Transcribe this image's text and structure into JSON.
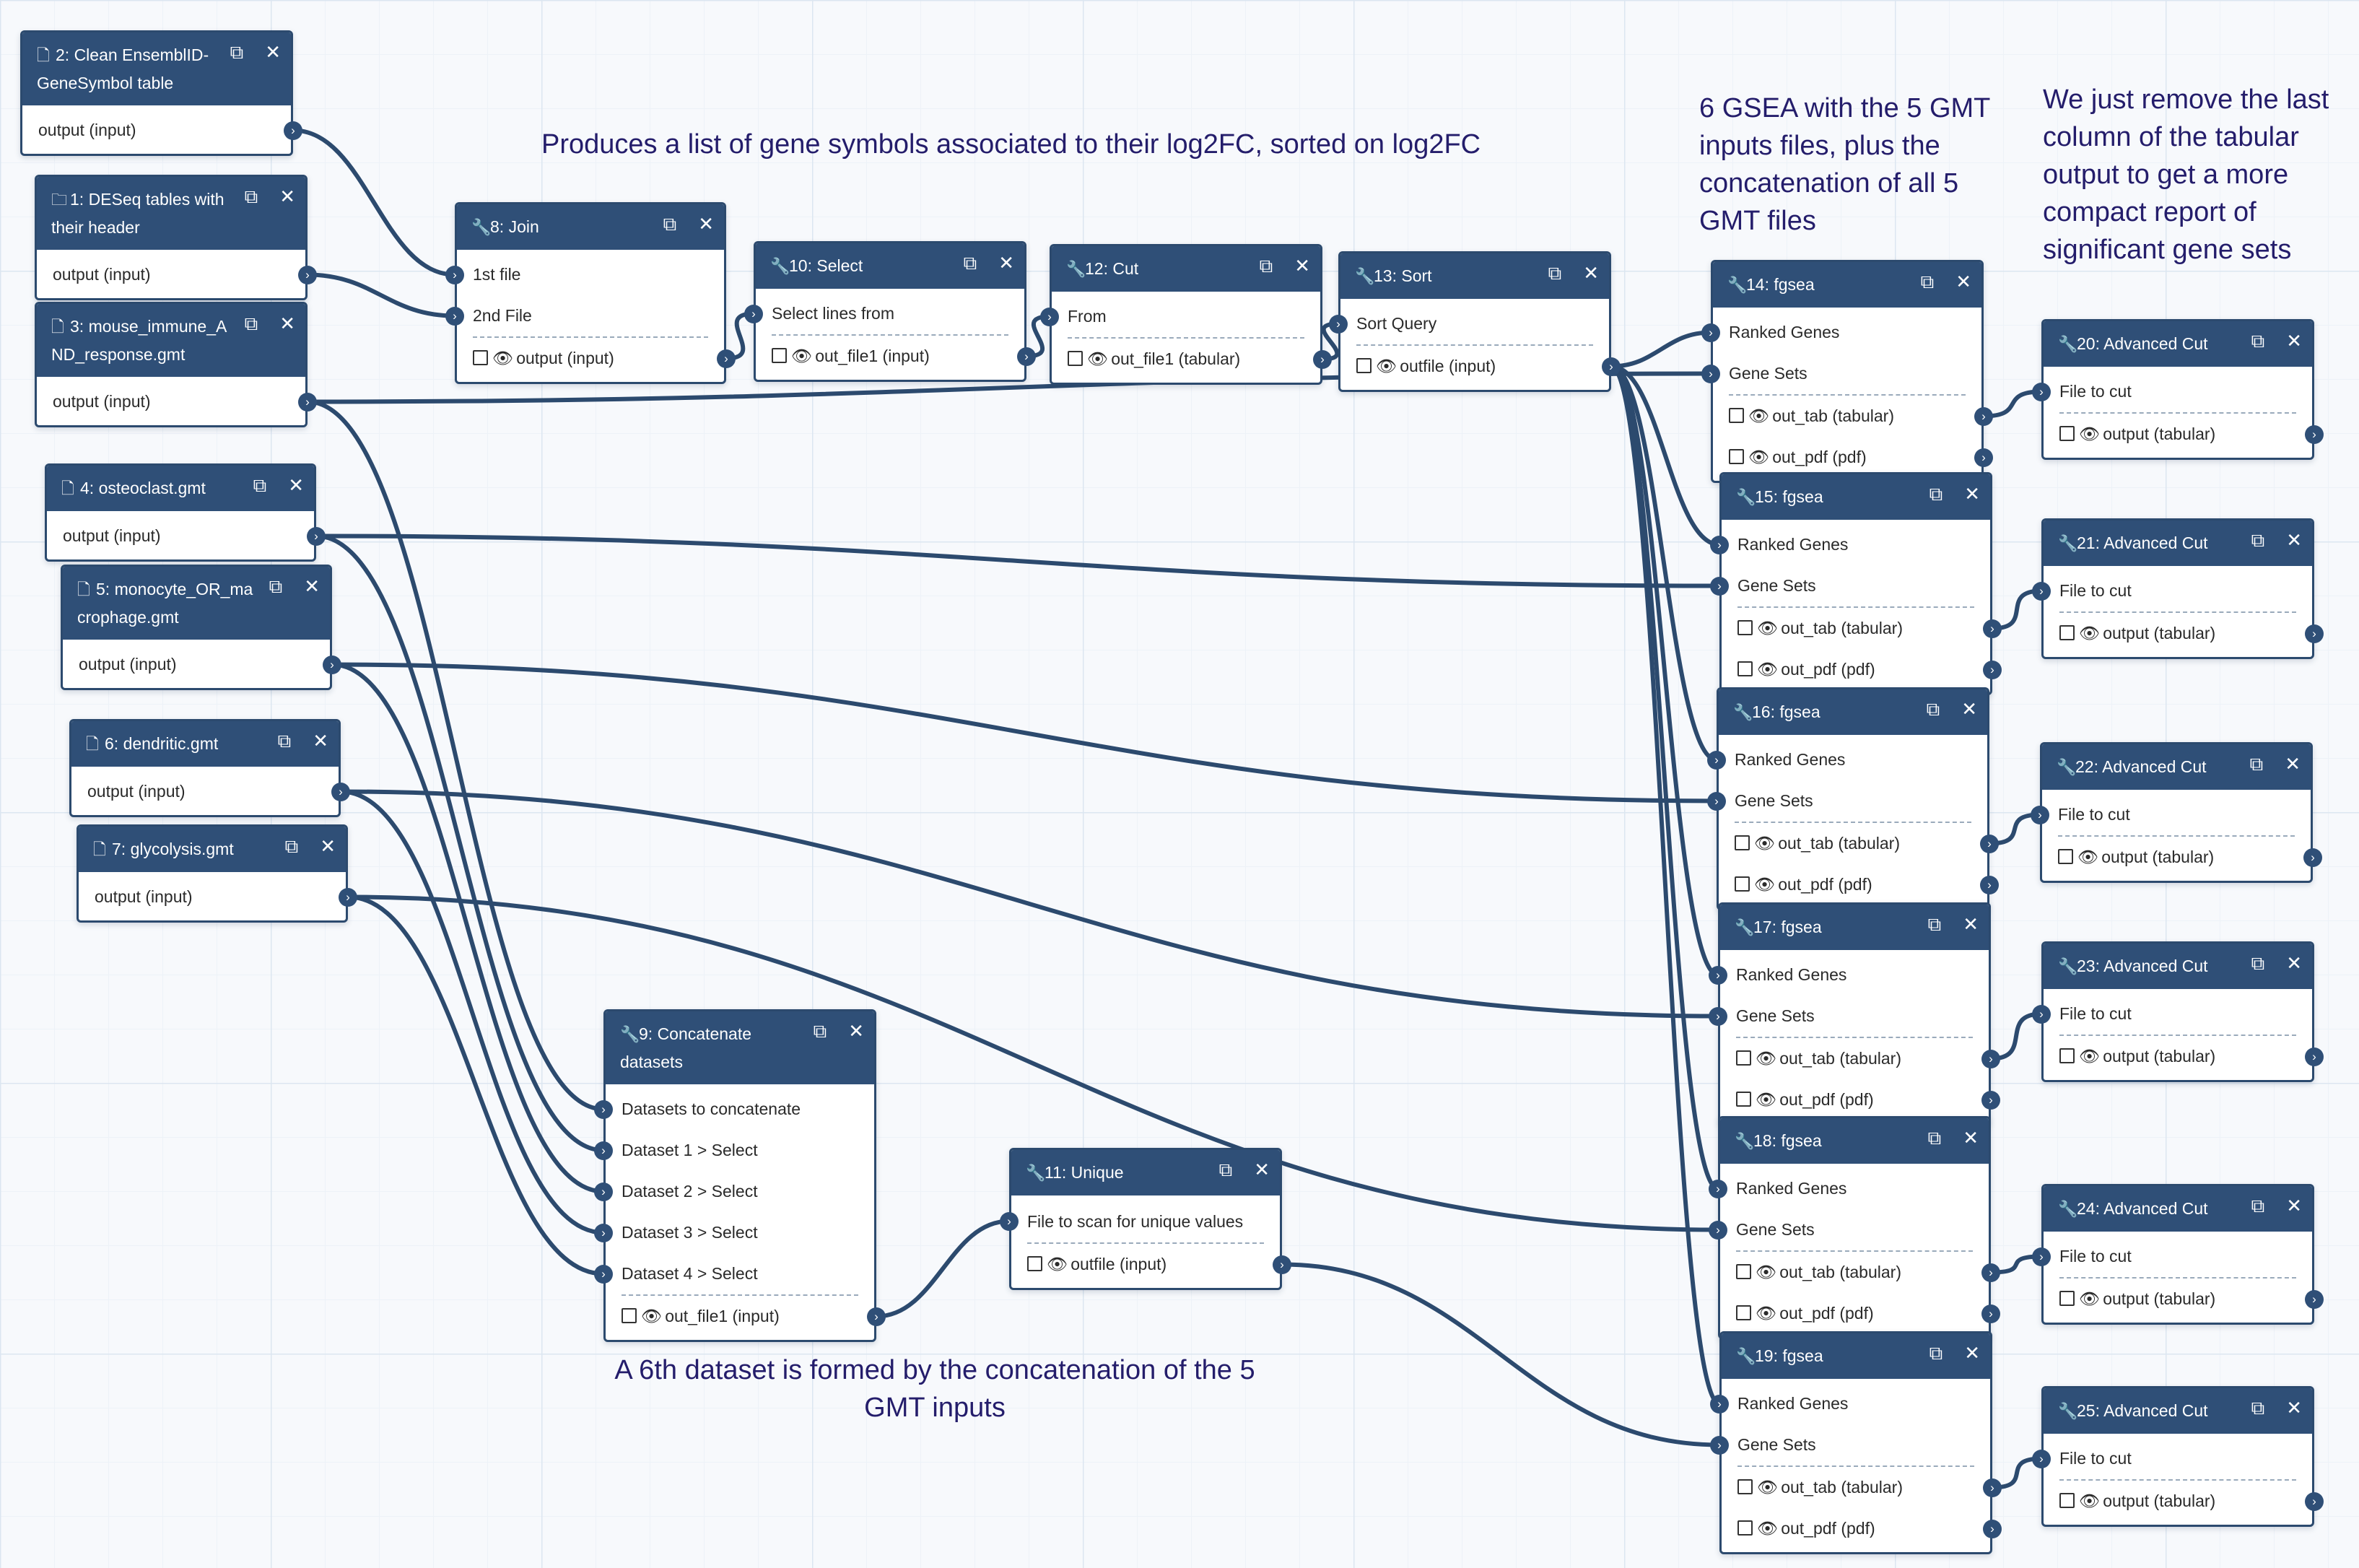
{
  "annotations": {
    "join_note": "Produces a list of gene symbols associated to their log2FC, sorted on log2FC",
    "gsea_note": "6 GSEA with the 5 GMT inputs files, plus the concatenation of all 5 GMT files",
    "cut_note": "We just remove the last column of the tabular output to get a more compact report of significant gene sets",
    "concat_note": "A 6th dataset is formed by the concatenation of the 5 GMT inputs"
  },
  "icons": {
    "input": "file-icon",
    "tool": "wrench-icon",
    "copy": "copy-icon",
    "close": "close-icon",
    "visibility": "eye-icon",
    "terminal": "chevron-right-icon"
  },
  "nodes": {
    "n2": {
      "title": "2: Clean EnsemblID-GeneSymbol table",
      "output": "output (input)"
    },
    "n1": {
      "title": "1: DESeq tables with their header",
      "output": "output (input)"
    },
    "n3": {
      "title": "3: mouse_immune_AND_response.gmt",
      "output": "output (input)"
    },
    "n4": {
      "title": "4: osteoclast.gmt",
      "output": "output (input)"
    },
    "n5": {
      "title": "5: monocyte_OR_macrophage.gmt",
      "output": "output (input)"
    },
    "n6": {
      "title": "6: dendritic.gmt",
      "output": "output (input)"
    },
    "n7": {
      "title": "7: glycolysis.gmt",
      "output": "output (input)"
    },
    "n8": {
      "title": "8: Join",
      "in1": "1st file",
      "in2": "2nd File",
      "output": "output (input)"
    },
    "n10": {
      "title": "10: Select",
      "in1": "Select lines from",
      "output": "out_file1 (input)"
    },
    "n12": {
      "title": "12: Cut",
      "in1": "From",
      "output": "out_file1 (tabular)"
    },
    "n13": {
      "title": "13: Sort",
      "in1": "Sort Query",
      "output": "outfile (input)"
    },
    "n9": {
      "title": "9: Concatenate datasets",
      "in1": "Datasets to concatenate",
      "in2": "Dataset 1 > Select",
      "in3": "Dataset 2 > Select",
      "in4": "Dataset 3 > Select",
      "in5": "Dataset 4 > Select",
      "output": "out_file1 (input)"
    },
    "n11": {
      "title": "11: Unique",
      "in1": "File to scan for unique values",
      "output": "outfile (input)"
    },
    "n14": {
      "title": "14: fgsea",
      "in1": "Ranked Genes",
      "in2": "Gene Sets",
      "out1": "out_tab (tabular)",
      "out2": "out_pdf (pdf)"
    },
    "n15": {
      "title": "15: fgsea",
      "in1": "Ranked Genes",
      "in2": "Gene Sets",
      "out1": "out_tab (tabular)",
      "out2": "out_pdf (pdf)"
    },
    "n16": {
      "title": "16: fgsea",
      "in1": "Ranked Genes",
      "in2": "Gene Sets",
      "out1": "out_tab (tabular)",
      "out2": "out_pdf (pdf)"
    },
    "n17": {
      "title": "17: fgsea",
      "in1": "Ranked Genes",
      "in2": "Gene Sets",
      "out1": "out_tab (tabular)",
      "out2": "out_pdf (pdf)"
    },
    "n18": {
      "title": "18: fgsea",
      "in1": "Ranked Genes",
      "in2": "Gene Sets",
      "out1": "out_tab (tabular)",
      "out2": "out_pdf (pdf)"
    },
    "n19": {
      "title": "19: fgsea",
      "in1": "Ranked Genes",
      "in2": "Gene Sets",
      "out1": "out_tab (tabular)",
      "out2": "out_pdf (pdf)"
    },
    "n20": {
      "title": "20: Advanced Cut",
      "in1": "File to cut",
      "output": "output (tabular)"
    },
    "n21": {
      "title": "21: Advanced Cut",
      "in1": "File to cut",
      "output": "output (tabular)"
    },
    "n22": {
      "title": "22: Advanced Cut",
      "in1": "File to cut",
      "output": "output (tabular)"
    },
    "n23": {
      "title": "23: Advanced Cut",
      "in1": "File to cut",
      "output": "output (tabular)"
    },
    "n24": {
      "title": "24: Advanced Cut",
      "in1": "File to cut",
      "output": "output (tabular)"
    },
    "n25": {
      "title": "25: Advanced Cut",
      "in1": "File to cut",
      "output": "output (tabular)"
    }
  }
}
